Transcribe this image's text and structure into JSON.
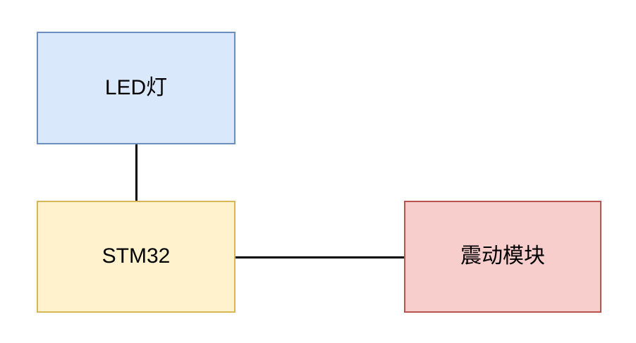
{
  "diagram": {
    "type": "block-diagram",
    "background_color": "#ffffff",
    "nodes": [
      {
        "id": "led",
        "label": "LED灯",
        "fill_color": "#dae8fc",
        "border_color": "#6c8ebf"
      },
      {
        "id": "mcu",
        "label": "STM32",
        "fill_color": "#fff2cc",
        "border_color": "#d6b656"
      },
      {
        "id": "vibration",
        "label": "震动模块",
        "fill_color": "#f8cecc",
        "border_color": "#b85450"
      }
    ],
    "edges": [
      {
        "id": "led-mcu",
        "from": "mcu",
        "to": "led",
        "orientation": "vertical",
        "color": "#000000"
      },
      {
        "id": "mcu-vibration",
        "from": "mcu",
        "to": "vibration",
        "orientation": "horizontal",
        "color": "#000000"
      }
    ]
  }
}
